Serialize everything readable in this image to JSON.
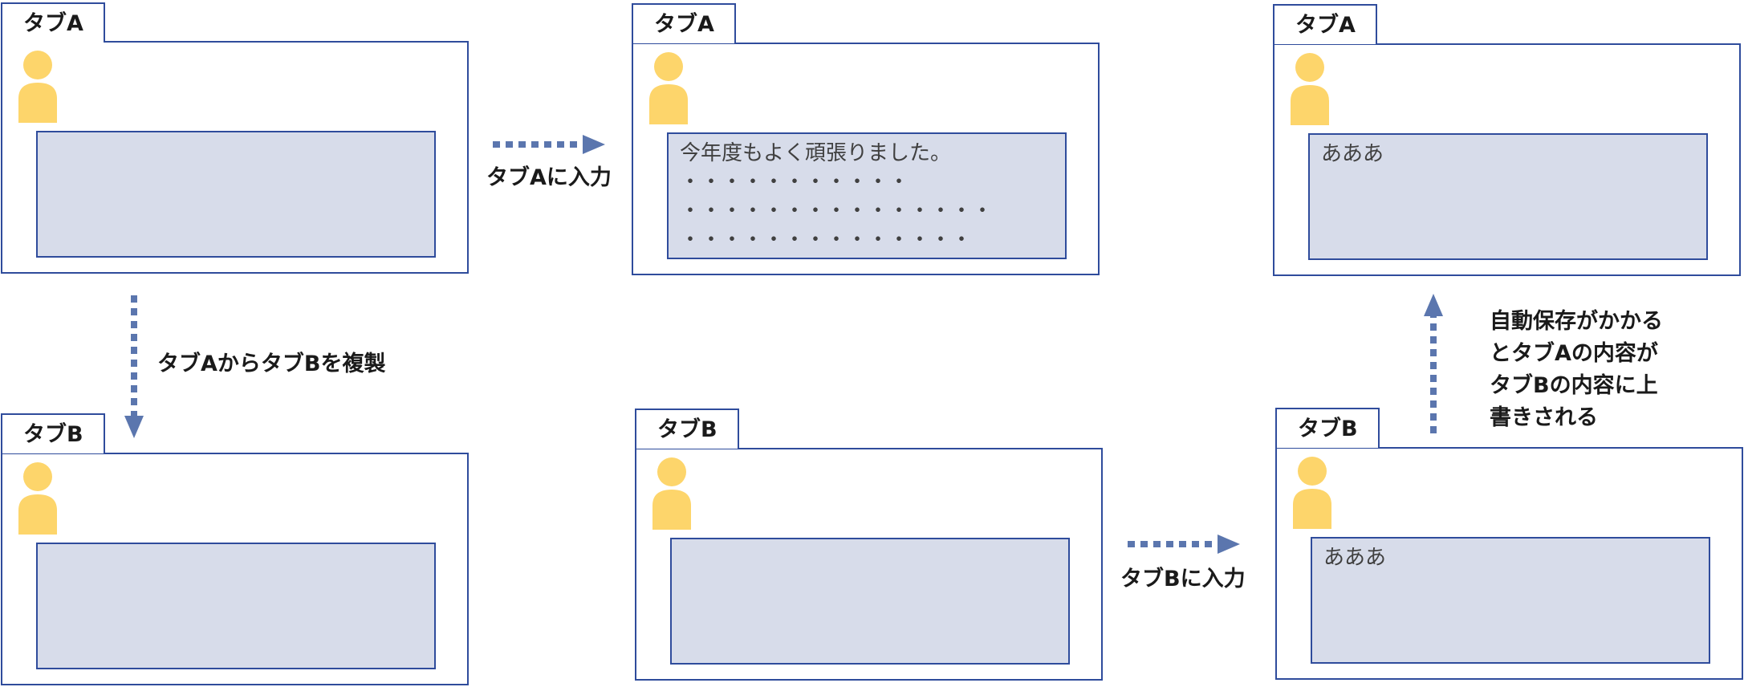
{
  "tabs": {
    "a_label": "タブA",
    "b_label": "タブB"
  },
  "panels": {
    "p1": {
      "text": ""
    },
    "p2": {
      "text": "今年度もよく頑張りました。\n・・・・・・・・・・・\n・・・・・・・・・・・・・・・\n・・・・・・・・・・・・・・"
    },
    "p3": {
      "text": "あああ"
    },
    "p4": {
      "text": ""
    },
    "p5": {
      "text": ""
    },
    "p6": {
      "text": "あああ"
    }
  },
  "steps": {
    "copy": "タブAからタブBを複製",
    "input_a": "タブAに入力",
    "input_b": "タブBに入力",
    "autosave": "自動保存がかかる\nとタブAの内容が\nタブBの内容に上\n書きされる"
  },
  "colors": {
    "border": "#2f4c9c",
    "textarea_fill": "#d7dcea",
    "avatar": "#fdd56b",
    "arrow": "#5b76ae"
  },
  "icons": {
    "avatar": "person-icon"
  }
}
